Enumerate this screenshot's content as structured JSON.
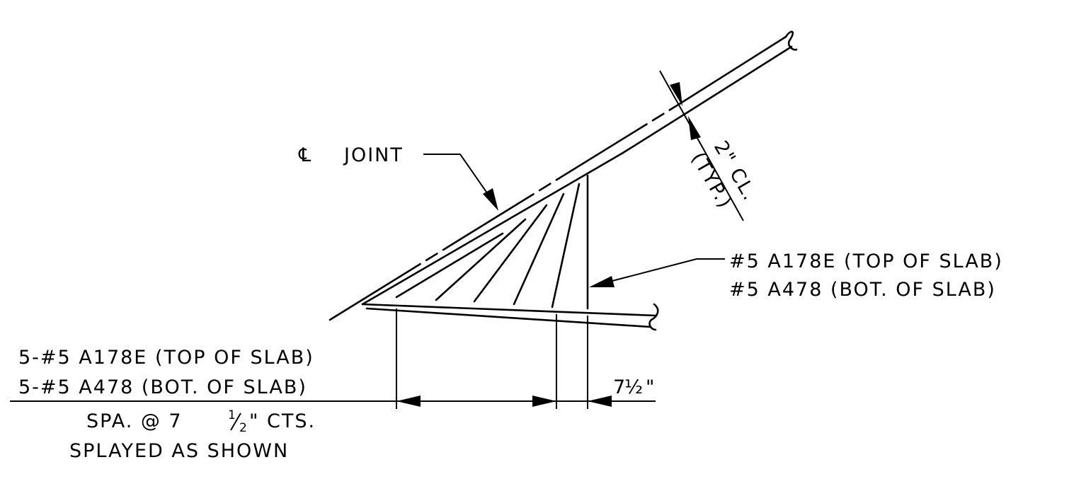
{
  "labels": {
    "cl_symbol": "℄",
    "cl_joint": "JOINT",
    "clear_cover": "2\" CL.",
    "typ": "(TYP.)",
    "right_bar_top": "#5 A178E (TOP OF SLAB)",
    "right_bar_bot": "#5 A478 (BOT. OF SLAB)",
    "left_bar_top": "5-#5 A178E (TOP OF SLAB)",
    "left_bar_bot": "5-#5 A478 (BOT. OF SLAB)",
    "spacing": "SPA. @ 7",
    "spacing_num": "1",
    "spacing_den": "2",
    "spacing_tail": "\" CTS.",
    "splayed": "SPLAYED AS SHOWN",
    "dim_whole": "7",
    "dim_frac": "½",
    "dim_inch": "\""
  },
  "colors": {
    "ink": "#000000",
    "paper": "#ffffff"
  }
}
